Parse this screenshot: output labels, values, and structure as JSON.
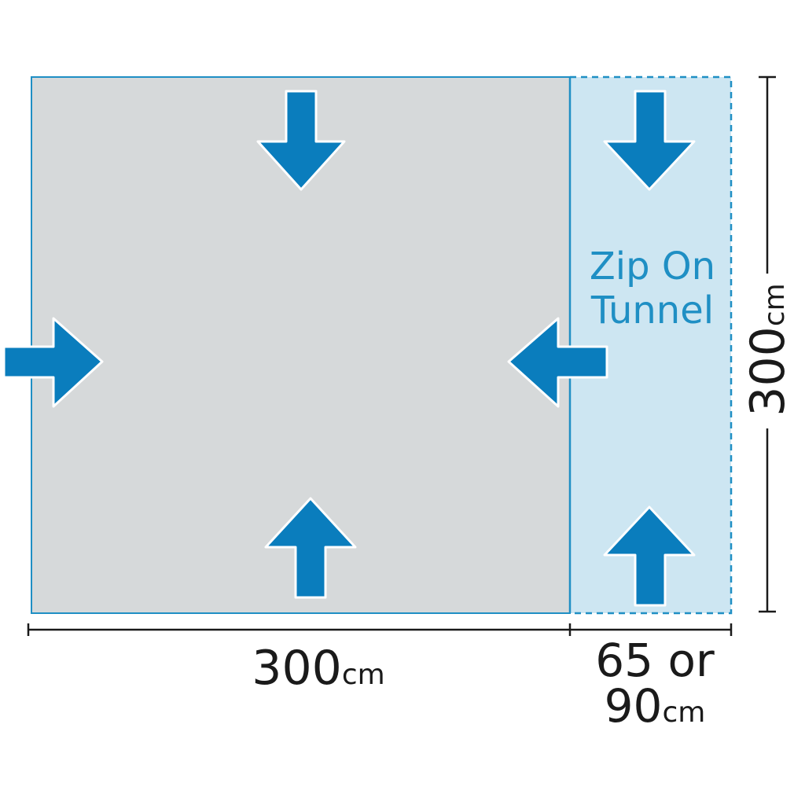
{
  "tunnel_label": {
    "line1": "Zip On",
    "line2": "Tunnel"
  },
  "dimensions": {
    "width": {
      "value": "300",
      "unit": "cm"
    },
    "height": {
      "value": "300",
      "unit": "cm"
    },
    "tunnel_depth": {
      "line1": "65 or",
      "value": "90",
      "unit": "cm"
    }
  },
  "colors": {
    "main_area": "#d6d9da",
    "tunnel_area": "#cde6f2",
    "border": "#1f8fc4",
    "arrow": "#0a7dbd",
    "dimension_line": "#1a1a1a"
  },
  "icons": {
    "arrows": [
      "arrow-down-icon",
      "arrow-down-icon",
      "arrow-right-icon",
      "arrow-left-icon",
      "arrow-up-icon",
      "arrow-up-icon"
    ]
  }
}
